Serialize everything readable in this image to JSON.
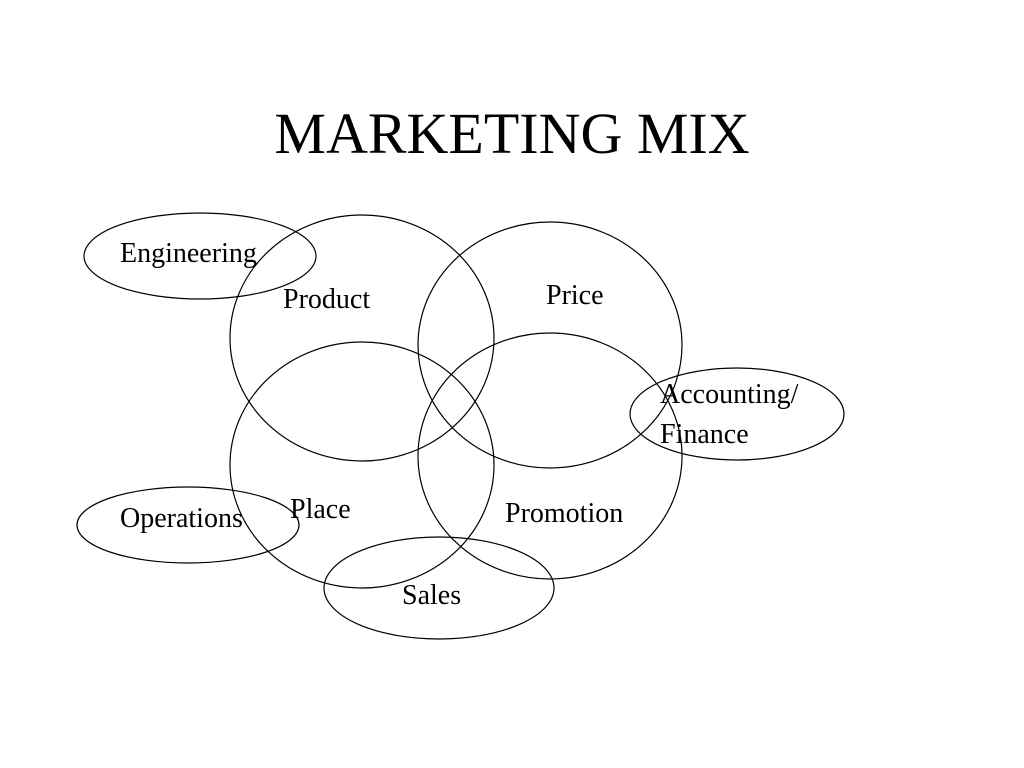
{
  "slide": {
    "title": "MARKETING MIX"
  },
  "diagram": {
    "circles": {
      "product": "Product",
      "price": "Price",
      "place": "Place",
      "promotion": "Promotion"
    },
    "ellipses": {
      "engineering": "Engineering",
      "accounting_line1": "Accounting/",
      "accounting_line2": "Finance",
      "operations": "Operations",
      "sales": "Sales"
    },
    "stroke_color": "#000000",
    "background_color": "#ffffff"
  }
}
